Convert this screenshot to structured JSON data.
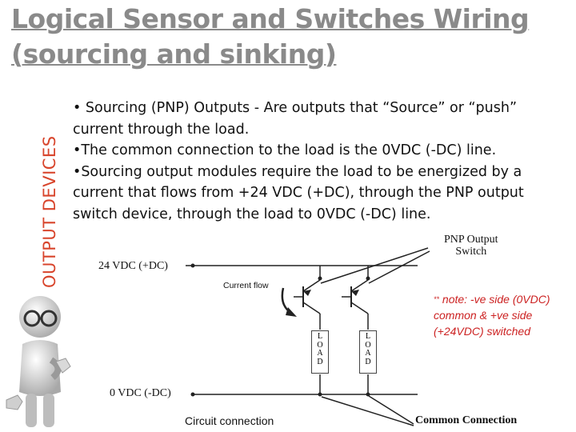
{
  "slide": {
    "title": "Logical Sensor and Switches Wiring (sourcing and sinking)",
    "side_label": "OUTPUT DEVICES",
    "bullets": [
      "• Sourcing (PNP) Outputs - Are outputs that “Source” or “push” current through the load.",
      "•The common connection to the load is the 0VDC (-DC) line.",
      "•Sourcing output modules require the load to be energized by a current that flows from +24 VDC (+DC), through the PNP output switch device, through the load to 0VDC (-DC) line."
    ]
  },
  "diagram": {
    "top_rail_label": "24 VDC (+DC)",
    "bottom_rail_label": "0 VDC (-DC)",
    "current_label": "Current flow",
    "switch_label_line1": "PNP Output",
    "switch_label_line2": "Switch",
    "load_letters": [
      "L",
      "O",
      "A",
      "D"
    ],
    "common_label": "Common Connection",
    "circuit_label": "Circuit connection"
  },
  "note": {
    "star": "**",
    "text": " note: -ve side (0VDC) common & +ve side (+24VDC) switched"
  },
  "colors": {
    "title": "#8a8a8a",
    "side_label": "#d8452c",
    "note": "#cc2222"
  }
}
